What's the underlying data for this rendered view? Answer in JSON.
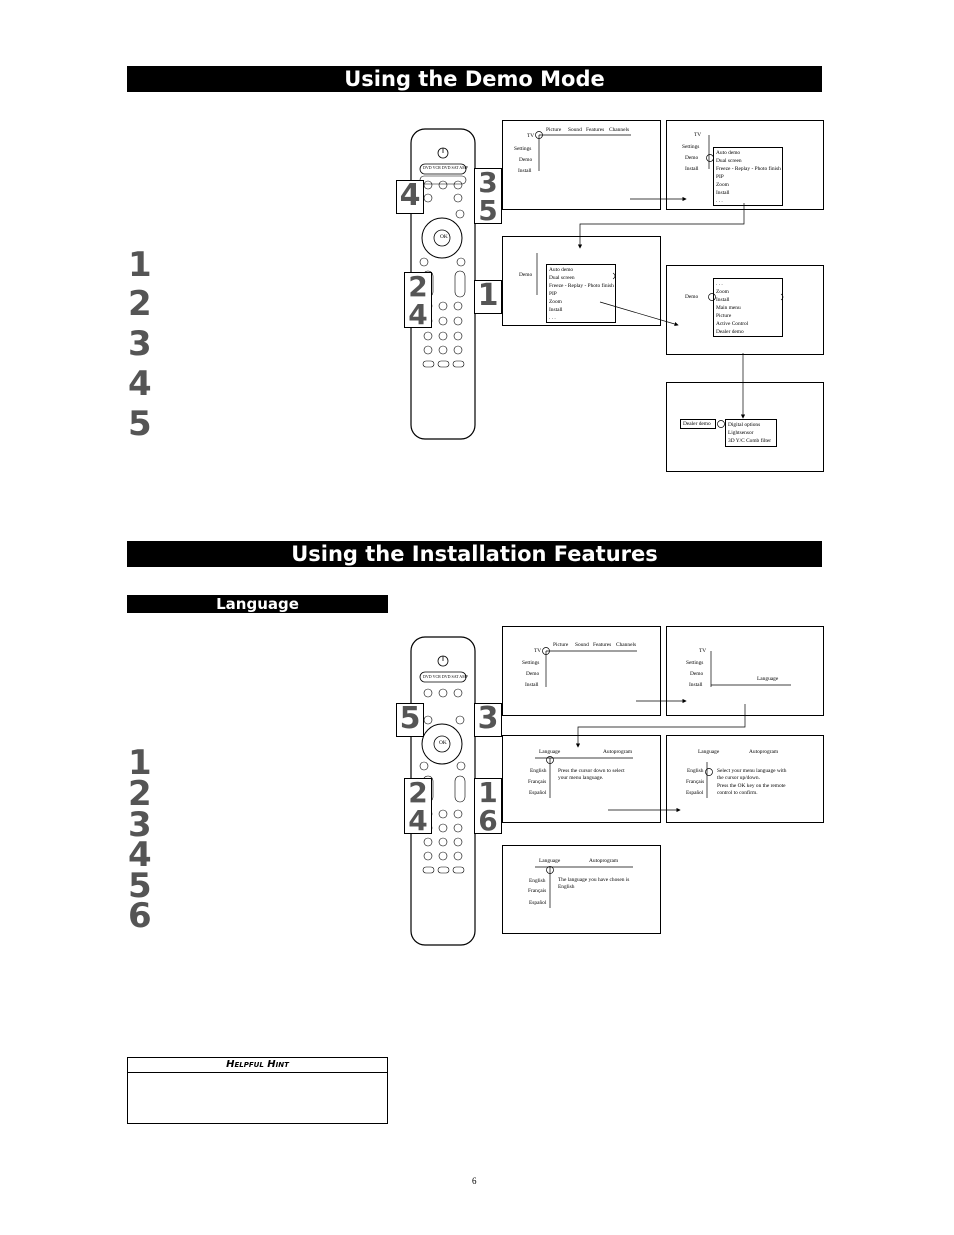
{
  "sections": {
    "demo_title": "Using the Demo Mode",
    "install_title": "Using the Installation Features",
    "language_subtitle": "Language"
  },
  "demo_steps": [
    "1",
    "2",
    "3",
    "4",
    "5"
  ],
  "install_steps": [
    "1",
    "2",
    "3",
    "4",
    "5",
    "6"
  ],
  "demo_callouts": {
    "left_top": "4",
    "right_top": "3 5",
    "left_bottom": "2 4",
    "right_bottom": "1"
  },
  "install_callouts": {
    "left_top": "5",
    "right_top": "3",
    "left_bottom": "2 4",
    "right_bottom": "1 6"
  },
  "remote": {
    "ok_label": "OK",
    "source_keys": "DVD VCR DVD SAT AMP"
  },
  "demo_screens": {
    "s1": {
      "tv": "TV",
      "items": [
        "Settings",
        "Demo",
        "Install"
      ],
      "top": [
        "Picture",
        "Sound",
        "Features",
        "Channels"
      ]
    },
    "s2": {
      "left": [
        "TV",
        "Settings",
        "Demo",
        "Install"
      ],
      "menu": [
        "Auto demo",
        "Dual screen",
        "Freeze - Replay - Photo finish",
        "PIP",
        "Zoom",
        "Install",
        ". . ."
      ]
    },
    "s3": {
      "label": "Demo",
      "menu": [
        "Auto demo",
        "Dual screen",
        "Freeze - Replay - Photo finish",
        "PIP",
        "Zoom",
        "Install",
        ". . ."
      ]
    },
    "s4": {
      "label": "Demo",
      "menu": [
        ". . .",
        "Zoom",
        "Install",
        "Main menu",
        "Picture",
        "Active Control",
        "Dealer demo"
      ]
    },
    "s5": {
      "label": "Dealer demo",
      "menu": [
        "Digital options",
        "Lightsensor",
        "3D Y/C Comb filter"
      ]
    }
  },
  "install_screens": {
    "s1": {
      "tv": "TV",
      "items": [
        "Settings",
        "Demo",
        "Install"
      ],
      "top": [
        "Picture",
        "Sound",
        "Features",
        "Channels"
      ]
    },
    "s2": {
      "left": [
        "TV",
        "Settings",
        "Demo",
        "Install"
      ],
      "item": "Language"
    },
    "s3": {
      "head": [
        "Language",
        "Autoprogram"
      ],
      "langs": [
        "English",
        "Français",
        "Español"
      ],
      "msg": [
        "Press the cursor down to select",
        "your menu language."
      ]
    },
    "s4": {
      "head": [
        "Language",
        "Autoprogram"
      ],
      "langs": [
        "English",
        "Français",
        "Español"
      ],
      "msg": [
        "Select your menu language with",
        "the cursor up/down.",
        "Press the OK key on the remote",
        "control to confirm."
      ]
    },
    "s5": {
      "head": [
        "Language",
        "Autoprogram"
      ],
      "langs": [
        "English",
        "Français",
        "Español"
      ],
      "msg": [
        "The language you have chosen is",
        "English"
      ]
    }
  },
  "hint": {
    "title": "Helpful Hint",
    "body": ""
  },
  "page_number": "6"
}
